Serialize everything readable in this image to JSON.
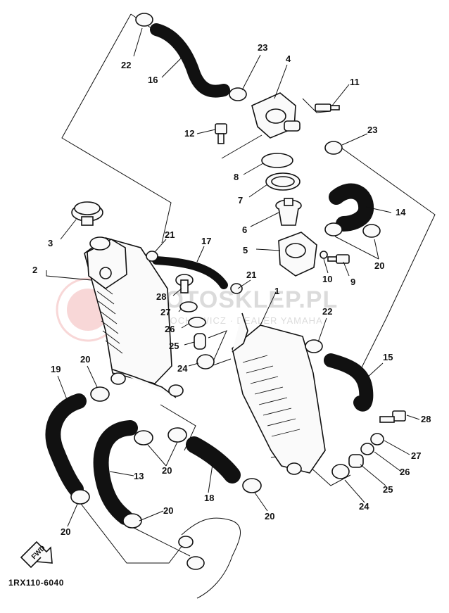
{
  "diagram": {
    "code": "1RX110-6040",
    "fwd_label": "FWD",
    "watermark": {
      "main": "MOTOSKLEP.PL",
      "sub": "MOTOCHOWICZ · DEALER YAMAHA"
    },
    "callouts": [
      {
        "id": "c22a",
        "text": "22"
      },
      {
        "id": "c16",
        "text": "16"
      },
      {
        "id": "c23a",
        "text": "23"
      },
      {
        "id": "c4",
        "text": "4"
      },
      {
        "id": "c11",
        "text": "11"
      },
      {
        "id": "c12",
        "text": "12"
      },
      {
        "id": "c23b",
        "text": "23"
      },
      {
        "id": "c8",
        "text": "8"
      },
      {
        "id": "c7",
        "text": "7"
      },
      {
        "id": "c14",
        "text": "14"
      },
      {
        "id": "c3",
        "text": "3"
      },
      {
        "id": "c6",
        "text": "6"
      },
      {
        "id": "c21a",
        "text": "21"
      },
      {
        "id": "c17",
        "text": "17"
      },
      {
        "id": "c5",
        "text": "5"
      },
      {
        "id": "c20a",
        "text": "20"
      },
      {
        "id": "c2",
        "text": "2"
      },
      {
        "id": "c21b",
        "text": "21"
      },
      {
        "id": "c10",
        "text": "10"
      },
      {
        "id": "c9",
        "text": "9"
      },
      {
        "id": "c28a",
        "text": "28"
      },
      {
        "id": "c1",
        "text": "1"
      },
      {
        "id": "c27a",
        "text": "27"
      },
      {
        "id": "c26a",
        "text": "26"
      },
      {
        "id": "c22b",
        "text": "22"
      },
      {
        "id": "c25a",
        "text": "25"
      },
      {
        "id": "c24a",
        "text": "24"
      },
      {
        "id": "c15",
        "text": "15"
      },
      {
        "id": "c19",
        "text": "19"
      },
      {
        "id": "c20b",
        "text": "20"
      },
      {
        "id": "c28b",
        "text": "28"
      },
      {
        "id": "c27b",
        "text": "27"
      },
      {
        "id": "c26b",
        "text": "26"
      },
      {
        "id": "c13",
        "text": "13"
      },
      {
        "id": "c20c",
        "text": "20"
      },
      {
        "id": "c18",
        "text": "18"
      },
      {
        "id": "c25b",
        "text": "25"
      },
      {
        "id": "c24b",
        "text": "24"
      },
      {
        "id": "c20d",
        "text": "20"
      },
      {
        "id": "c20e",
        "text": "20"
      },
      {
        "id": "c20f",
        "text": "20"
      }
    ]
  }
}
